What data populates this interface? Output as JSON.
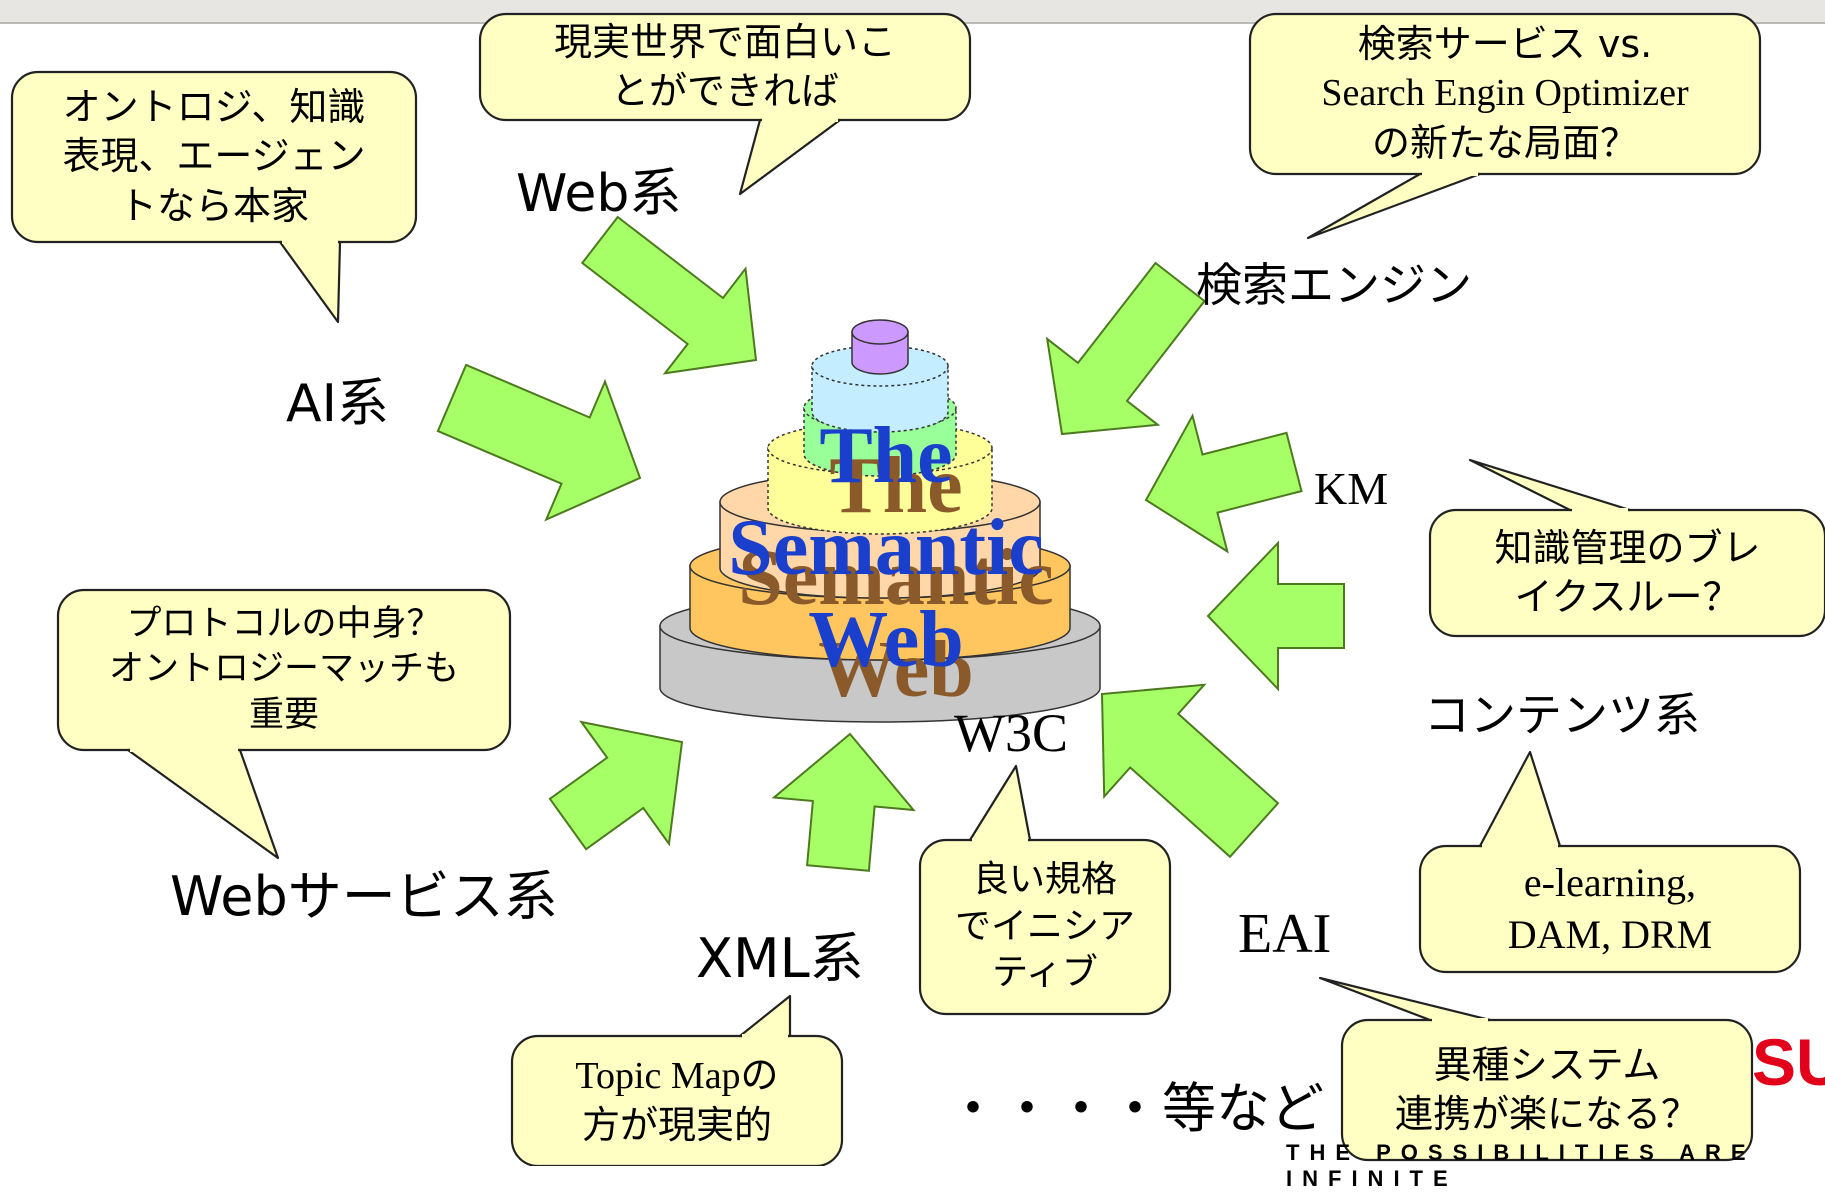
{
  "labels": {
    "ai": "AI系",
    "web": "Web系",
    "search_engine": "検索エンジン",
    "km": "KM",
    "contents": "コンテンツ系",
    "eai": "EAI",
    "w3c": "W3C",
    "xml": "XML系",
    "web_services": "Webサービス系",
    "etc": "・・・・等など"
  },
  "bubbles": {
    "ai": [
      "オントロジ、知識",
      "表現、エージェン",
      "トなら本家"
    ],
    "web": [
      "現実世界で面白いこ",
      "とができれば"
    ],
    "search": [
      "検索サービス vs.",
      "Search Engin Optimizer",
      "の新たな局面？"
    ],
    "km": [
      "知識管理のブレ",
      "イクスルー？"
    ],
    "contents": [
      "e-learning,",
      "DAM, DRM"
    ],
    "eai": [
      "異種システム",
      "連携が楽になる？"
    ],
    "w3c": [
      "良い規格",
      "でイニシア",
      "ティブ"
    ],
    "xml": [
      "Topic Mapの",
      "方が現実的"
    ],
    "web_services": [
      "プロトコルの中身？",
      "オントロジーマッチも",
      "重要"
    ]
  },
  "center": {
    "title": "The\nSemantic\nWeb",
    "title_color": "#1a3fcc",
    "shadow_color": "#8b5a2b"
  },
  "brand": {
    "logo_text": "SU",
    "tagline": "THE POSSIBILITIES ARE INFINITE"
  },
  "colors": {
    "arrow_fill": "#a6ff66",
    "arrow_stroke": "#4d7a1f",
    "bubble_fill": "#ffffc4",
    "bubble_stroke": "#222222",
    "layers": [
      "#c8c8c8",
      "#ffc660",
      "#ffd7a8",
      "#ffff99",
      "#99ff99",
      "#c4eeff",
      "#cc99ff"
    ]
  }
}
